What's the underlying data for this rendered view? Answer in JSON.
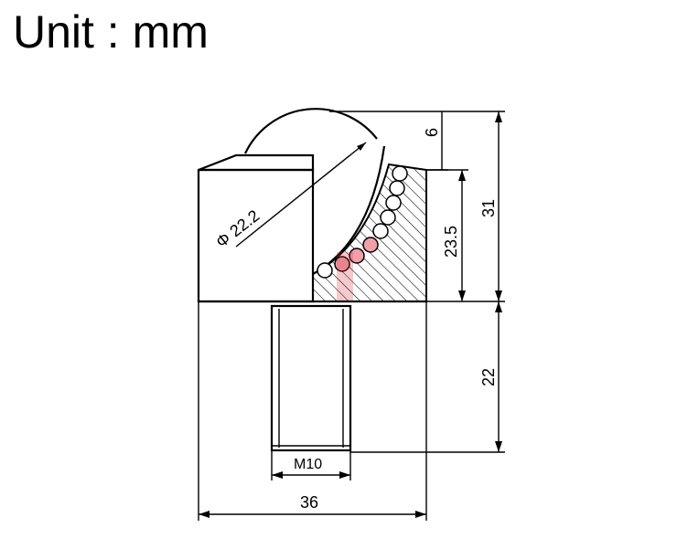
{
  "title": "Unit : mm",
  "dimensions": {
    "ball_diameter": "Φ 22.2",
    "ball_protrusion": "6",
    "body_height": "23.5",
    "total_height": "31",
    "thread_length": "22",
    "thread_size": "M10",
    "body_width": "36"
  },
  "colors": {
    "line": "#000000",
    "bearing_balls": "#f0a0a8",
    "watermark": "#d03040"
  }
}
